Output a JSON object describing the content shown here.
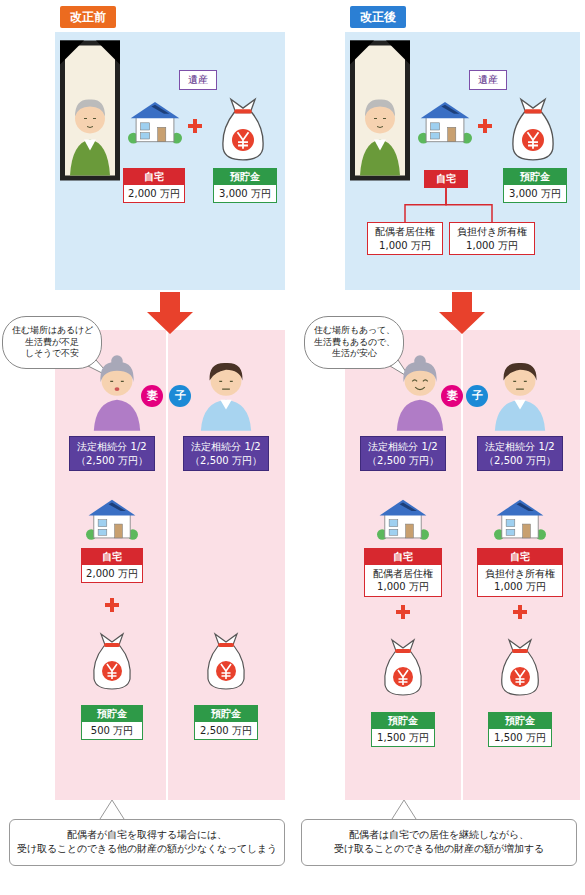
{
  "diagram": {
    "nodes": [
      {
        "text": [
          "改正前"
        ]
      },
      {
        "text": [
          "遺産"
        ]
      },
      {
        "text": [
          "自宅",
          "2,000 万円"
        ]
      },
      {
        "text": [
          "預貯金",
          "3,000 万円"
        ]
      },
      {
        "text": [
          "改正後"
        ]
      },
      {
        "text": [
          "遺産"
        ]
      },
      {
        "text": [
          "自宅"
        ]
      },
      {
        "text": [
          "預貯金",
          "3,000 万円"
        ]
      },
      {
        "text": [
          "配偶者居住権 1,000 万円"
        ]
      },
      {
        "text": [
          "負担付き所有権 1,000 万円"
        ]
      },
      {
        "text": [
          "住む場所はあるけど 生活費が不足 しそうで不安"
        ]
      },
      {
        "text": [
          "妻"
        ]
      },
      {
        "text": [
          "子"
        ]
      },
      {
        "text": [
          "法定相続分 1/2 （2,500 万円）"
        ]
      },
      {
        "text": [
          "法定相続分 1/2 （2,500 万円）"
        ]
      },
      {
        "text": [
          "自宅",
          "2,000 万円"
        ]
      },
      {
        "text": [
          "預貯金",
          "500 万円"
        ]
      },
      {
        "text": [
          "預貯金",
          "2,500 万円"
        ]
      },
      {
        "text": [
          "配偶者が自宅を取得する場合には、 受け取ることのできる他の財産の額が少なくなってしまう"
        ]
      },
      {
        "text": [
          "住む場所もあって、 生活費もあるので、 生活が安心"
        ]
      },
      {
        "text": [
          "妻"
        ]
      },
      {
        "text": [
          "子"
        ]
      },
      {
        "text": [
          "法定相続分 1/2 （2,500 万円）"
        ]
      },
      {
        "text": [
          "法定相続分 1/2 （2,500 万円）"
        ]
      },
      {
        "text": [
          "自宅",
          "配偶者居住権 1,000 万円"
        ]
      },
      {
        "text": [
          "自宅",
          "負担付き所有権 1,000 万円"
        ]
      },
      {
        "text": [
          "預貯金",
          "1,500 万円"
        ]
      },
      {
        "text": [
          "預貯金",
          "1,500 万円"
        ]
      },
      {
        "text": [
          "配偶者は自宅での居住を継続しながら、 受け取ることのできる他の財産の額が増加する"
        ]
      }
    ],
    "edges": [
      {
        "from": 6,
        "to": 8,
        "arrow": "none"
      },
      {
        "from": 6,
        "to": 9,
        "arrow": "none"
      }
    ]
  }
}
